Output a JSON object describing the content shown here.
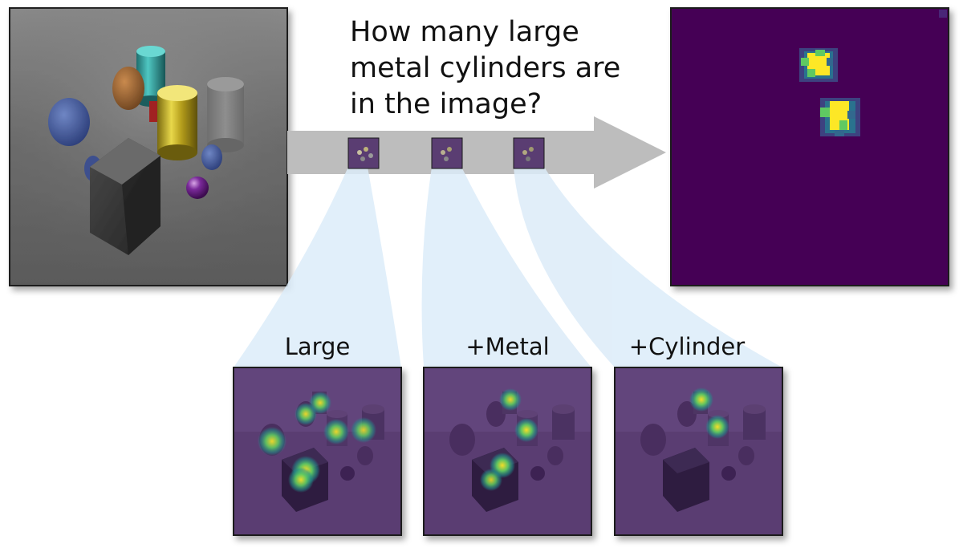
{
  "question": {
    "lines": [
      "How many large",
      "metal cylinders are",
      "in the image?"
    ]
  },
  "stages": [
    {
      "label": "Large"
    },
    {
      "label": "+Metal"
    },
    {
      "label": "+Cylinder"
    }
  ],
  "colors": {
    "arrow": "#bdbdbd",
    "funnel": "#dcecf9",
    "attention_bg": "#440154",
    "attention_mid": "#21918c",
    "attention_high": "#fde725",
    "scene_bg": "#6e6e6e",
    "frame": "#1a1a1a"
  }
}
